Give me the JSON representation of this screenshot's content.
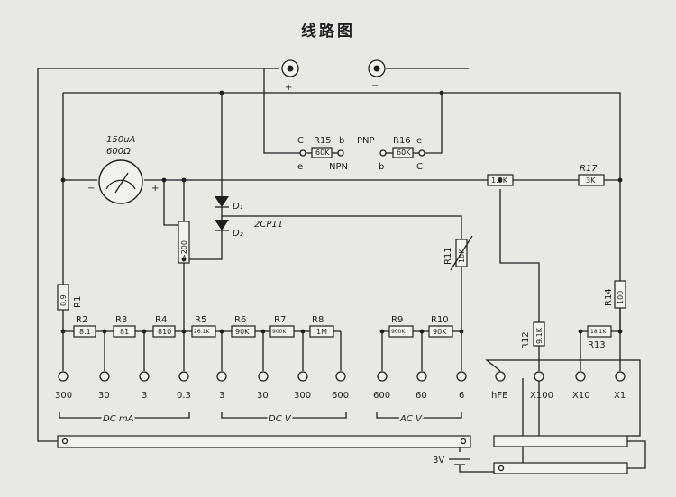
{
  "title": "线路图",
  "meter": {
    "current": "150uA",
    "resistance": "600Ω",
    "minus": "−",
    "plus": "+"
  },
  "terminals": {
    "plus": "+",
    "minus": "−"
  },
  "diodes": {
    "d1": "D₁",
    "d2": "D₂",
    "type": "2CP11"
  },
  "transistor_sockets": {
    "npn_socket": {
      "resistor": "R15",
      "value": "60K",
      "pin_top_left": "C",
      "pin_top_right": "b",
      "pin_bottom_left": "e",
      "type": "NPN"
    },
    "pnp_socket": {
      "resistor": "R16",
      "value": "60K",
      "type": "PNP",
      "pin_top_right": "e",
      "pin_bottom_left": "b",
      "pin_bottom_right": "C"
    }
  },
  "resistors": {
    "r1": {
      "name": "R1",
      "value": "0.9"
    },
    "r2": {
      "name": "R2",
      "value": "8.1"
    },
    "r3": {
      "name": "R3",
      "value": "81"
    },
    "r4": {
      "name": "R4",
      "value": "810"
    },
    "r5": {
      "name": "R5",
      "value": "26.1K"
    },
    "r6": {
      "name": "R6",
      "value": "90K"
    },
    "r7": {
      "name": "R7",
      "value": "900K"
    },
    "r8": {
      "name": "R8",
      "value": "1M"
    },
    "r9": {
      "name": "R9",
      "value": "900K"
    },
    "r10": {
      "name": "R10",
      "value": "90K"
    },
    "r11": {
      "name": "R11",
      "value": "10K"
    },
    "r12": {
      "name": "R12",
      "value": "9.1K"
    },
    "r13": {
      "name": "R13",
      "value": "18.1K"
    },
    "r14": {
      "name": "R14",
      "value": "100"
    },
    "r17": {
      "name": "R17",
      "value": "3K"
    },
    "r_15k": {
      "value": "1.5K"
    },
    "r_200": {
      "value": ">200"
    }
  },
  "jacks": [
    "300",
    "30",
    "3",
    "0.3",
    "3",
    "30",
    "300",
    "600",
    "600",
    "60",
    "6",
    "hFE",
    "X100",
    "X10",
    "X1"
  ],
  "groups": {
    "dc_ma": "DC mA",
    "dc_v": "DC V",
    "ac_v": "AC V"
  },
  "battery": "3V"
}
